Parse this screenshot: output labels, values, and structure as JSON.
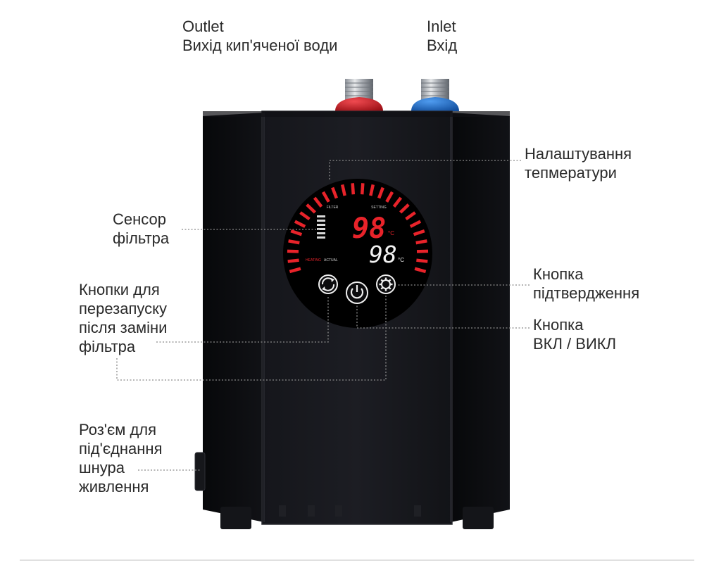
{
  "labels": {
    "outlet": {
      "line1": "Outlet",
      "line2": "Вихід кип'яченої води"
    },
    "inlet": {
      "line1": "Inlet",
      "line2": "Вхід"
    },
    "temperature_setting": {
      "line1": "Налаштування",
      "line2": "тепмератури"
    },
    "filter_sensor": {
      "line1": "Сенсор",
      "line2": "фільтра"
    },
    "reset_buttons": {
      "line1": "Кнопки для",
      "line2": "перезапуску",
      "line3": "після заміни",
      "line4": "фільтра"
    },
    "confirm_button": {
      "line1": "Кнопка",
      "line2": "підтвердження"
    },
    "power_button": {
      "line1": "Кнопка",
      "line2": "ВКЛ / ВИКЛ"
    },
    "power_connector": {
      "line1": "Роз'єм для",
      "line2": "під'єднання",
      "line3": "шнура",
      "line4": "живлення"
    }
  },
  "display": {
    "filter_label": "FILTER",
    "setting_label": "SETTING",
    "heating_label": "HEATING",
    "actual_label": "ACTUAL",
    "setting_value": "98",
    "actual_value": "98",
    "unit": "°C"
  },
  "colors": {
    "outlet_collar": "#c8202a",
    "inlet_collar": "#1f6fd0",
    "display_red": "#e8232a",
    "body": "#0d0e12"
  },
  "icons": {
    "reset": "circular-arrows-icon",
    "power": "power-icon",
    "confirm": "gear-icon"
  }
}
